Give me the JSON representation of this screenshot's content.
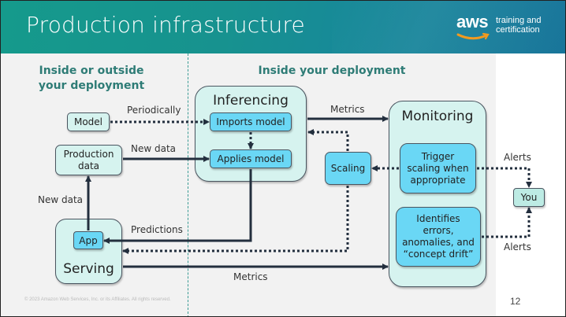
{
  "slide": {
    "title": "Production infrastructure",
    "logo": {
      "brand": "aws",
      "tagline_line1": "training and",
      "tagline_line2": "certification"
    },
    "page_number": "12",
    "copyright": "© 2023 Amazon Web Services, Inc. or its Affiliates. All rights reserved."
  },
  "colors": {
    "header_start": "#159a8c",
    "header_end": "#1a7ba0",
    "section_label": "#2e7c76",
    "light_box": "#d6f3ef",
    "blue_box": "#6ad7f5",
    "arrow": "#232f3e",
    "logo_smile": "#f29a1f"
  },
  "sections": {
    "left_label": "Inside or outside your deployment",
    "right_label": "Inside your deployment"
  },
  "nodes": {
    "model": "Model",
    "production_data": "Production data",
    "inferencing": {
      "title": "Inferencing",
      "imports_model": "Imports model",
      "applies_model": "Applies model"
    },
    "scaling": "Scaling",
    "monitoring": {
      "title": "Monitoring",
      "trigger_scaling": "Trigger scaling when appropriate",
      "identifies_errors": "Identifies errors, anomalies, and “concept drift”"
    },
    "serving": {
      "title": "Serving",
      "app": "App"
    },
    "you": "You"
  },
  "edges": {
    "periodically": "Periodically",
    "new_data_top": "New data",
    "new_data_left": "New data",
    "metrics_top": "Metrics",
    "predictions": "Predictions",
    "metrics_bottom": "Metrics",
    "alerts_top": "Alerts",
    "alerts_bottom": "Alerts"
  }
}
